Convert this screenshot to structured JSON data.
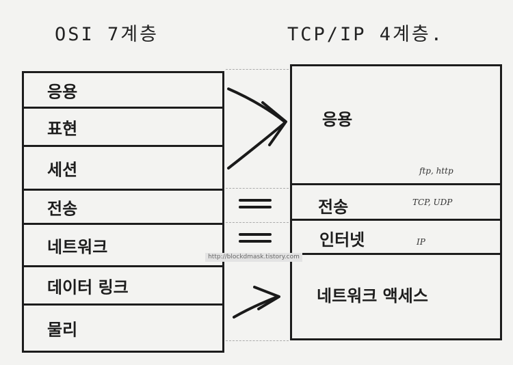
{
  "titles": {
    "osi": "OSI 7계층",
    "tcpip": "TCP/IP 4계층."
  },
  "osi_layers": [
    "응용",
    "표현",
    "세션",
    "전송",
    "네트워크",
    "데이터 링크",
    "물리"
  ],
  "tcpip_layers": [
    {
      "name": "응용",
      "note": "ftp, http"
    },
    {
      "name": "전송",
      "note": "TCP, UDP"
    },
    {
      "name": "인터넷",
      "note": "IP"
    },
    {
      "name": "네트워크 액세스",
      "note": ""
    }
  ],
  "watermark": "http://blockdmask.tistory.com"
}
